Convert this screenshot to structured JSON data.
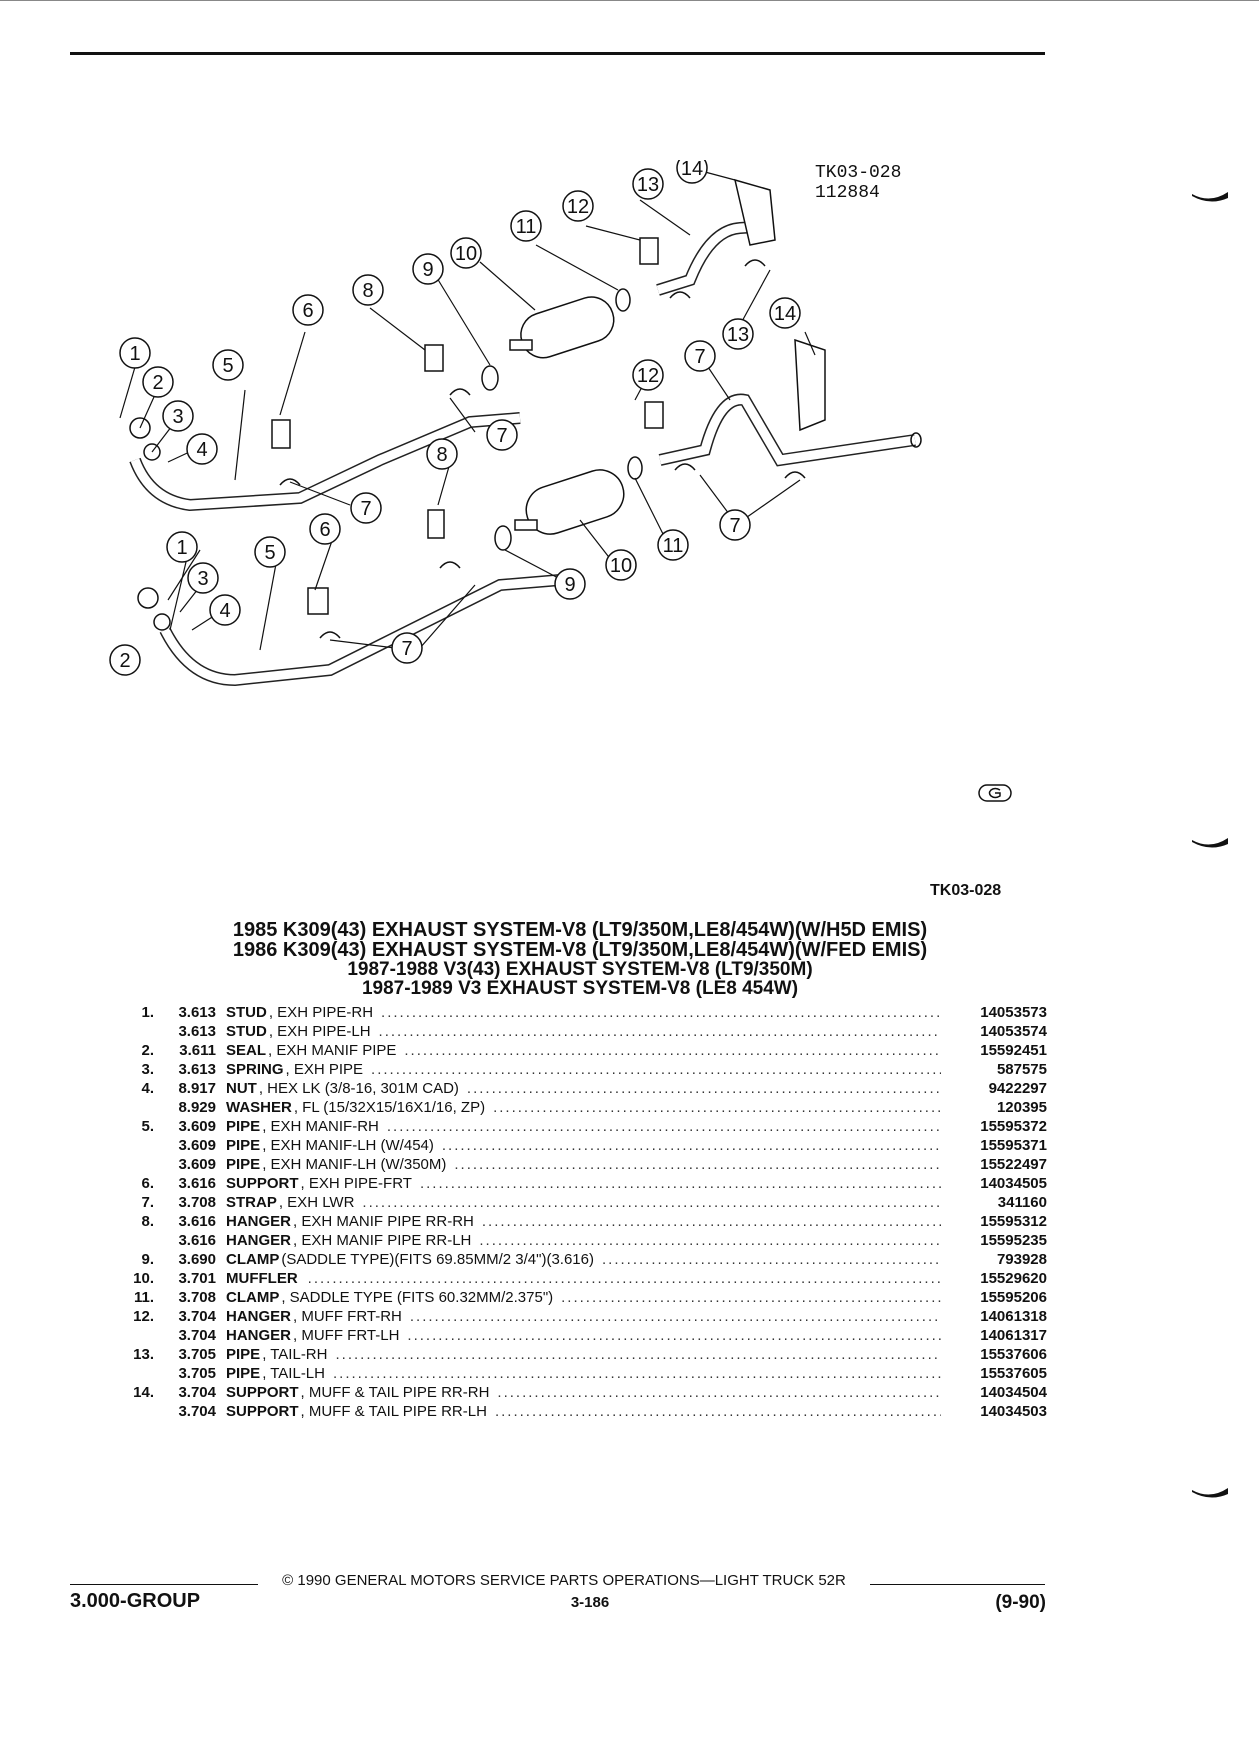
{
  "diagram": {
    "code": "TK03-028",
    "code_sub": "112884",
    "callouts": [
      "1",
      "2",
      "3",
      "4",
      "5",
      "6",
      "7",
      "8",
      "9",
      "10",
      "11",
      "12",
      "13",
      "14"
    ]
  },
  "drawing_ref": "TK03-028",
  "titles": [
    "1985 K309(43) EXHAUST SYSTEM-V8 (LT9/350M,LE8/454W)(W/H5D EMIS)",
    "1986 K309(43) EXHAUST SYSTEM-V8 (LT9/350M,LE8/454W)(W/FED EMIS)",
    "1987-1988 V3(43) EXHAUST SYSTEM-V8 (LT9/350M)",
    "1987-1989 V3 EXHAUST SYSTEM-V8 (LE8 454W)"
  ],
  "parts": [
    {
      "index": "1.",
      "group": "3.613",
      "name": "STUD",
      "desc": ", EXH PIPE-RH",
      "number": "14053573"
    },
    {
      "index": "",
      "group": "3.613",
      "name": "STUD",
      "desc": ", EXH PIPE-LH",
      "number": "14053574"
    },
    {
      "index": "2.",
      "group": "3.611",
      "name": "SEAL",
      "desc": ", EXH MANIF PIPE",
      "number": "15592451"
    },
    {
      "index": "3.",
      "group": "3.613",
      "name": "SPRING",
      "desc": ", EXH PIPE",
      "number": "587575"
    },
    {
      "index": "4.",
      "group": "8.917",
      "name": "NUT",
      "desc": ", HEX LK (3/8-16, 301M CAD)",
      "number": "9422297"
    },
    {
      "index": "",
      "group": "8.929",
      "name": "WASHER",
      "desc": ", FL (15/32X15/16X1/16, ZP)",
      "number": "120395"
    },
    {
      "index": "5.",
      "group": "3.609",
      "name": "PIPE",
      "desc": ", EXH MANIF-RH",
      "number": "15595372"
    },
    {
      "index": "",
      "group": "3.609",
      "name": "PIPE",
      "desc": ", EXH MANIF-LH (W/454)",
      "number": "15595371"
    },
    {
      "index": "",
      "group": "3.609",
      "name": "PIPE",
      "desc": ", EXH MANIF-LH (W/350M)",
      "number": "15522497"
    },
    {
      "index": "6.",
      "group": "3.616",
      "name": "SUPPORT",
      "desc": ", EXH PIPE-FRT",
      "number": "14034505"
    },
    {
      "index": "7.",
      "group": "3.708",
      "name": "STRAP",
      "desc": ", EXH LWR",
      "number": "341160"
    },
    {
      "index": "8.",
      "group": "3.616",
      "name": "HANGER",
      "desc": ", EXH MANIF PIPE RR-RH",
      "number": "15595312"
    },
    {
      "index": "",
      "group": "3.616",
      "name": "HANGER",
      "desc": ", EXH MANIF PIPE RR-LH",
      "number": "15595235"
    },
    {
      "index": "9.",
      "group": "3.690",
      "name": "CLAMP",
      "desc": " (SADDLE TYPE)(FITS 69.85MM/2 3/4\")(3.616)",
      "number": "793928"
    },
    {
      "index": "10.",
      "group": "3.701",
      "name": "MUFFLER",
      "desc": "",
      "number": "15529620"
    },
    {
      "index": "11.",
      "group": "3.708",
      "name": "CLAMP",
      "desc": ", SADDLE TYPE (FITS 60.32MM/2.375\")",
      "number": "15595206"
    },
    {
      "index": "12.",
      "group": "3.704",
      "name": "HANGER",
      "desc": ", MUFF FRT-RH",
      "number": "14061318"
    },
    {
      "index": "",
      "group": "3.704",
      "name": "HANGER",
      "desc": ", MUFF FRT-LH",
      "number": "14061317"
    },
    {
      "index": "13.",
      "group": "3.705",
      "name": "PIPE",
      "desc": ", TAIL-RH",
      "number": "15537606"
    },
    {
      "index": "",
      "group": "3.705",
      "name": "PIPE",
      "desc": ", TAIL-LH",
      "number": "15537605"
    },
    {
      "index": "14.",
      "group": "3.704",
      "name": "SUPPORT",
      "desc": ", MUFF & TAIL PIPE RR-RH",
      "number": "14034504"
    },
    {
      "index": "",
      "group": "3.704",
      "name": "SUPPORT",
      "desc": ", MUFF & TAIL PIPE RR-LH",
      "number": "14034503"
    }
  ],
  "footer": {
    "copyright": "© 1990 GENERAL MOTORS SERVICE PARTS OPERATIONS—LIGHT TRUCK 52R",
    "group": "3.000-GROUP",
    "page": "3-186",
    "date": "(9-90)"
  }
}
